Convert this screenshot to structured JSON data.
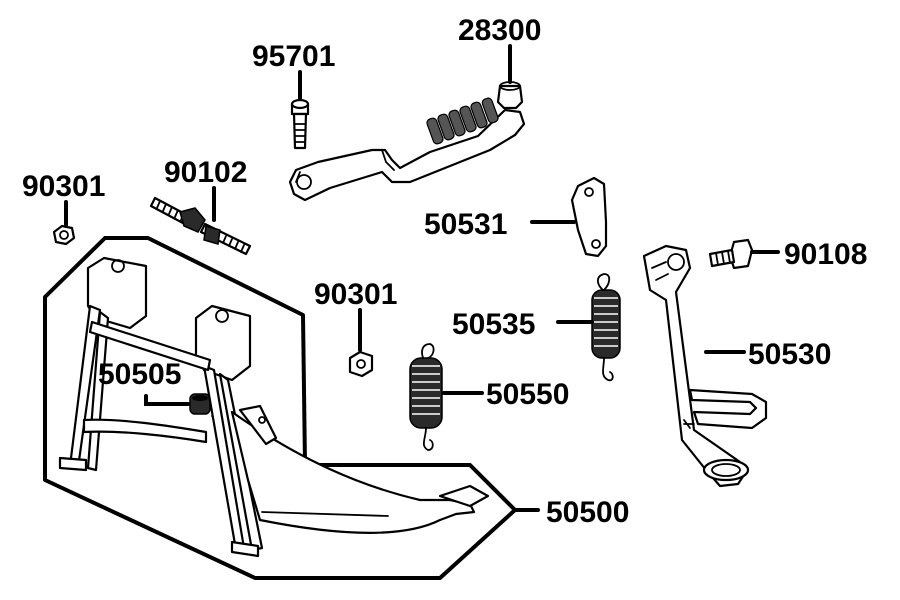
{
  "parts": [
    {
      "id": "p28300",
      "number": "28300",
      "description": "kick starter lever"
    },
    {
      "id": "p95701",
      "number": "95701",
      "description": "bolt"
    },
    {
      "id": "p90301a",
      "number": "90301",
      "description": "nut"
    },
    {
      "id": "p90102",
      "number": "90102",
      "description": "stud bolt"
    },
    {
      "id": "p50531",
      "number": "50531",
      "description": "spring hook plate"
    },
    {
      "id": "p90108",
      "number": "90108",
      "description": "bolt"
    },
    {
      "id": "p90301b",
      "number": "90301",
      "description": "nut"
    },
    {
      "id": "p50535",
      "number": "50535",
      "description": "side stand spring"
    },
    {
      "id": "p50530",
      "number": "50530",
      "description": "side stand"
    },
    {
      "id": "p50505",
      "number": "50505",
      "description": "rubber stopper"
    },
    {
      "id": "p50550",
      "number": "50550",
      "description": "main stand spring"
    },
    {
      "id": "p50500",
      "number": "50500",
      "description": "main stand"
    }
  ],
  "labels": {
    "l28300": "28300",
    "l95701": "95701",
    "l90301a": "90301",
    "l90102": "90102",
    "l50531": "50531",
    "l90108": "90108",
    "l90301b": "90301",
    "l50535": "50535",
    "l50530": "50530",
    "l50505": "50505",
    "l50550": "50550",
    "l50500": "50500"
  },
  "colors": {
    "ink": "#000000",
    "background": "#ffffff",
    "grip": "#555555"
  }
}
